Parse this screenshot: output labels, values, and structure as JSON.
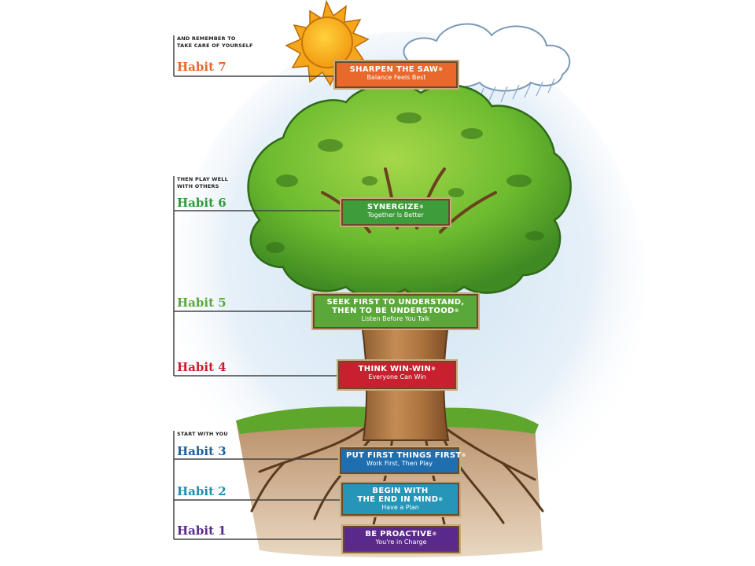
{
  "captions": {
    "top": [
      "AND REMEMBER TO",
      "TAKE CARE OF YOURSELF"
    ],
    "middle": [
      "THEN PLAY WELL",
      "WITH OTHERS"
    ],
    "bottom": [
      "START WITH YOU"
    ]
  },
  "habits": [
    {
      "label": "Habit 7",
      "title": "SHARPEN THE SAW",
      "subtitle": "Balance Feels Best",
      "color": "#e8692b"
    },
    {
      "label": "Habit 6",
      "title": "SYNERGIZE",
      "subtitle": "Together Is Better",
      "color": "#3e9c3a"
    },
    {
      "label": "Habit 5",
      "title": [
        "SEEK FIRST TO UNDERSTAND,",
        "THEN TO BE UNDERSTOOD"
      ],
      "subtitle": "Listen Before You Talk",
      "color": "#5aa83a"
    },
    {
      "label": "Habit 4",
      "title": "THINK WIN-WIN",
      "subtitle": "Everyone Can Win",
      "color": "#c8202e"
    },
    {
      "label": "Habit 3",
      "title": "PUT FIRST THINGS FIRST",
      "subtitle": "Work First, Then Play",
      "color": "#1f6fb0"
    },
    {
      "label": "Habit 2",
      "title": [
        "BEGIN WITH",
        "THE END IN MIND"
      ],
      "subtitle": "Have a Plan",
      "color": "#2596b8"
    },
    {
      "label": "Habit 1",
      "title": "BE PROACTIVE",
      "subtitle": "You're in Charge",
      "color": "#5a2a8a"
    }
  ],
  "label_colors": {
    "Habit 7": "#e8692b",
    "Habit 6": "#2e9a3a",
    "Habit 5": "#5aa83a",
    "Habit 4": "#c8202e",
    "Habit 3": "#1f5fa0",
    "Habit 2": "#1f8fb0",
    "Habit 1": "#5a2a8a"
  },
  "registered_mark": "®",
  "icons": [
    "sun-icon",
    "rain-cloud-icon",
    "tree-icon",
    "roots-icon"
  ]
}
